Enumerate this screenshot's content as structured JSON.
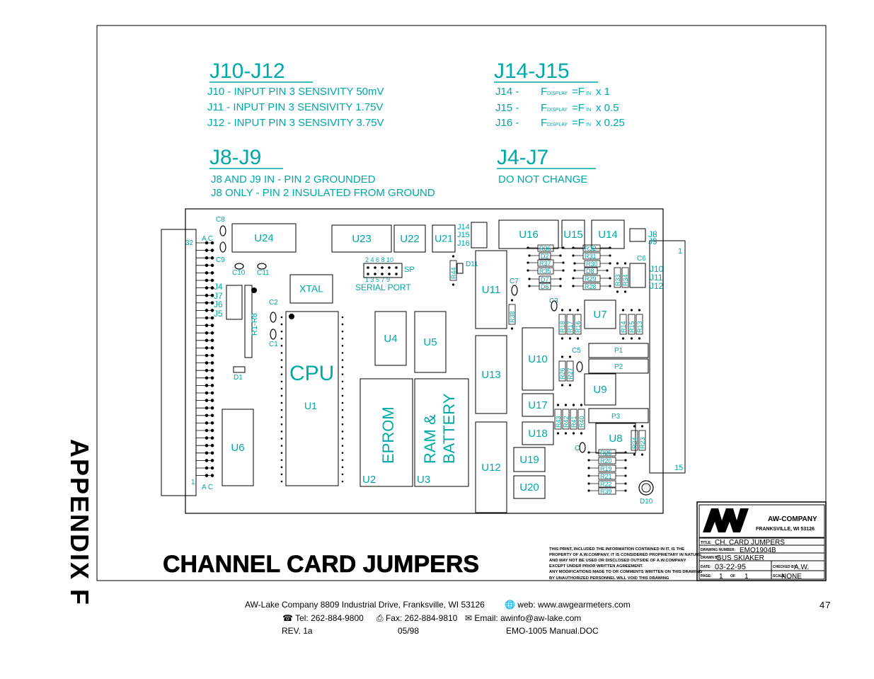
{
  "jumper_notes": {
    "j10_j12": {
      "heading": "J10-J12",
      "lines": [
        "J10  -  INPUT  PIN  3  SENSIVITY  50mV",
        "J11  -  INPUT  PIN  3  SENSIVITY  1.75V",
        "J12  -  INPUT  PIN  3  SENSIVITY  3.75V"
      ]
    },
    "j14_j15": {
      "heading": "J14-J15",
      "lines": [
        {
          "label": "J14  -",
          "sub": "DISPLAY",
          "mult": "x  1"
        },
        {
          "label": "J15  -",
          "sub": "DISPLAY",
          "mult": "x  0.5"
        },
        {
          "label": "J16  -",
          "sub": "DISPLAY",
          "mult": "x  0.25"
        }
      ],
      "f": "F",
      "eq": "=F",
      "in_sub": "IN"
    },
    "j8_j9": {
      "heading": "J8-J9",
      "lines": [
        "J8  AND  J9  IN  -  PIN  2  GROUNDED",
        "J8  ONLY  -  PIN  2  INSULATED  FROM  GROUND"
      ]
    },
    "j4_j7": {
      "heading": "J4-J7",
      "lines": [
        "DO  NOT  CHANGE"
      ]
    }
  },
  "board": {
    "chips": [
      "U24",
      "U23",
      "U22",
      "U21",
      "U16",
      "U15",
      "U14",
      "XTAL",
      "CPU",
      "U1",
      "U4",
      "U5",
      "U11",
      "U13",
      "U12",
      "U10",
      "U17",
      "U18",
      "U19",
      "U20",
      "U7",
      "U9",
      "U8",
      "U6",
      "EPROM",
      "RAM  &",
      "BATTERY",
      "U2",
      "U3"
    ],
    "resistors_small": [
      "R36",
      "D2",
      "R37",
      "R35",
      "D7",
      "D6",
      "R32",
      "R31",
      "R30",
      "D8",
      "R29",
      "R28",
      "R33",
      "R34",
      "R18",
      "R17",
      "R16",
      "R14",
      "R15",
      "R13",
      "R26",
      "R27",
      "R43",
      "R42",
      "R41",
      "R40",
      "R24",
      "R23",
      "R25",
      "R20",
      "R19",
      "R21",
      "R22",
      "R39",
      "R44",
      "R38",
      "R1-R8"
    ],
    "caps_labels": [
      "C8",
      "C9",
      "C10",
      "C11",
      "C2",
      "C1",
      "C7",
      "C3",
      "C5",
      "C4",
      "C6",
      "D1",
      "D11",
      "D10"
    ],
    "connector_labels": [
      "32",
      "1",
      "A C",
      "A C",
      "J4",
      "J7",
      "J6",
      "J5",
      "J14",
      "J15",
      "J16",
      "J8",
      "J9",
      "J10",
      "J11",
      "J12",
      "1",
      "15",
      "P1",
      "P2",
      "P3",
      "SP",
      "SERIAL  PORT",
      "2 4 6 8 10",
      "1 3 5 7 9"
    ]
  },
  "side_title": "APPENDIX F",
  "main_title": "CHANNEL CARD JUMPERS",
  "disclaimer": [
    "THIS  PRINT,  INCLUDED  THE  INFORMATION  CONTAINED  IN  IT,  IS  THE",
    "PROPERTY  OF  A.W.COMPANY.  IT  IS  CONSIDERED  PROPRIETARY  IN  NATURE",
    "AND  MAY  NOT  BE  USED  OR  DISCLOSED  OUTSIDE  OF  A.W.COMPANY",
    "EXCEPT  UNDER  PRIOR  WRITTEN  AGREEMENT.",
    "ANY  MODIFICATIONS  MADE  TO  OR  COMMENTS  WRITTEN  ON  THIS  DRAWING",
    "BY  UNAUTHORIZED  PERSONNEL  WILL  VOID  THIS  DRAWING"
  ],
  "title_block": {
    "company": "AW-COMPANY",
    "location": "FRANKSVILLE,  WI  53126",
    "title_label": "TITLE:",
    "title": "CH.  CARD  JUMPERS",
    "drawing_label": "DRAWING NUMBER:",
    "drawing": "EMO1904B",
    "drawn_label": "DRAWN BY:",
    "drawn": "GUS  SKIAKER",
    "date_label": "DATE:",
    "date": "03-22-95",
    "checked_label": "CHECKED BY:",
    "checked": "A.W.",
    "page_label": "PAGE:",
    "page": "1",
    "of_label": "OF",
    "of": "1",
    "scale_label": "SCALE:",
    "scale": "NONE"
  },
  "footer": {
    "line1": "AW-Lake Company 8809 Industrial Drive, Franksville, WI 53126",
    "web": "web: www.awgearmeters.com",
    "page_number": "47",
    "tel": "Tel:  262-884-9800",
    "fax": "Fax:  262-884-9810",
    "email": "Email: awinfo@aw-lake.com",
    "rev": "REV. 1a",
    "date": "05/98",
    "doc": "EMO-1005 Manual.DOC"
  },
  "colors": {
    "ink": "#000000",
    "teal": "#00a8a8"
  }
}
